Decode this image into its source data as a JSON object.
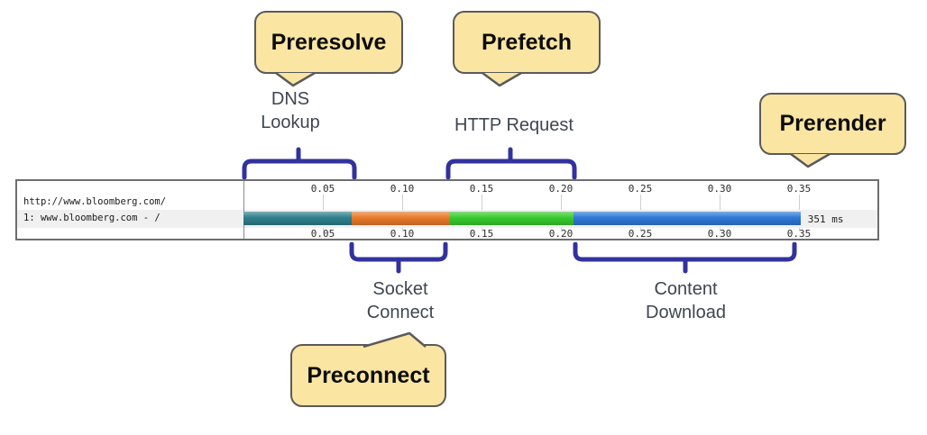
{
  "callouts": {
    "preresolve": "Preresolve",
    "prefetch": "Prefetch",
    "prerender": "Prerender",
    "preconnect": "Preconnect"
  },
  "phases": {
    "dns": {
      "line1": "DNS",
      "line2": "Lookup"
    },
    "http": {
      "line1": "HTTP Request",
      "line2": ""
    },
    "socket": {
      "line1": "Socket",
      "line2": "Connect"
    },
    "content": {
      "line1": "Content",
      "line2": "Download"
    }
  },
  "waterfall": {
    "page_url": "http://www.bloomberg.com/",
    "request_label": "1: www.bloomberg.com - /",
    "total_time_label": "351 ms",
    "axis_ticks": [
      "0.05",
      "0.10",
      "0.15",
      "0.20",
      "0.25",
      "0.30",
      "0.35"
    ]
  },
  "colors": {
    "callout_fill": "#fbe5a3",
    "callout_border": "#5a5a5a",
    "brace": "#32329e",
    "row_band": "#f0f0f0",
    "dns_segment": "#2e7f8c",
    "socket_segment": "#e8792a",
    "http_segment": "#38cb2e",
    "content_segment": "#2e79d8"
  },
  "chart_data": {
    "type": "bar",
    "subtype": "horizontal-waterfall",
    "x_unit": "seconds",
    "x_ticks": [
      0.05,
      0.1,
      0.15,
      0.2,
      0.25,
      0.3,
      0.35
    ],
    "xlim": [
      0,
      0.4
    ],
    "request": "1: www.bloomberg.com - /",
    "total_ms": 351,
    "series": [
      {
        "name": "DNS Lookup",
        "hint": "Preresolve",
        "start": 0.0,
        "end": 0.068,
        "color": "#2e7f8c"
      },
      {
        "name": "Socket Connect",
        "hint": "Preconnect",
        "start": 0.068,
        "end": 0.13,
        "color": "#e8792a"
      },
      {
        "name": "HTTP Request",
        "hint": "Prefetch",
        "start": 0.13,
        "end": 0.208,
        "color": "#38cb2e"
      },
      {
        "name": "Content Download",
        "hint": "Prerender",
        "start": 0.208,
        "end": 0.351,
        "color": "#2e79d8"
      }
    ]
  }
}
